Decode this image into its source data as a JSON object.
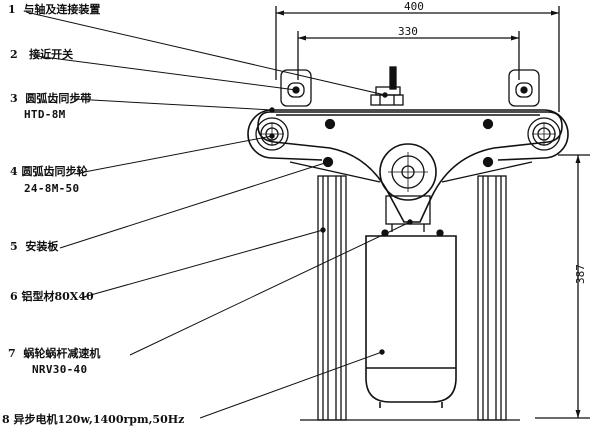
{
  "labels": [
    {
      "num": "1",
      "text": "与轴及连接装置"
    },
    {
      "num": "2",
      "text": "接近开关"
    },
    {
      "num": "3",
      "text": "圆弧齿同步带",
      "sub": "HTD-8M"
    },
    {
      "num": "4",
      "text": "圆弧齿同步轮",
      "sub": "24-8M-50"
    },
    {
      "num": "5",
      "text": "安装板"
    },
    {
      "num": "6",
      "text": "铝型材80X40"
    },
    {
      "num": "7",
      "text": "蜗轮蜗杆减速机",
      "sub": "NRV30-40"
    },
    {
      "num": "8",
      "text": "异步电机120w,1400rpm,50Hz"
    }
  ],
  "dimensions": {
    "overall_width": "400",
    "center_distance": "330",
    "height": "387"
  }
}
